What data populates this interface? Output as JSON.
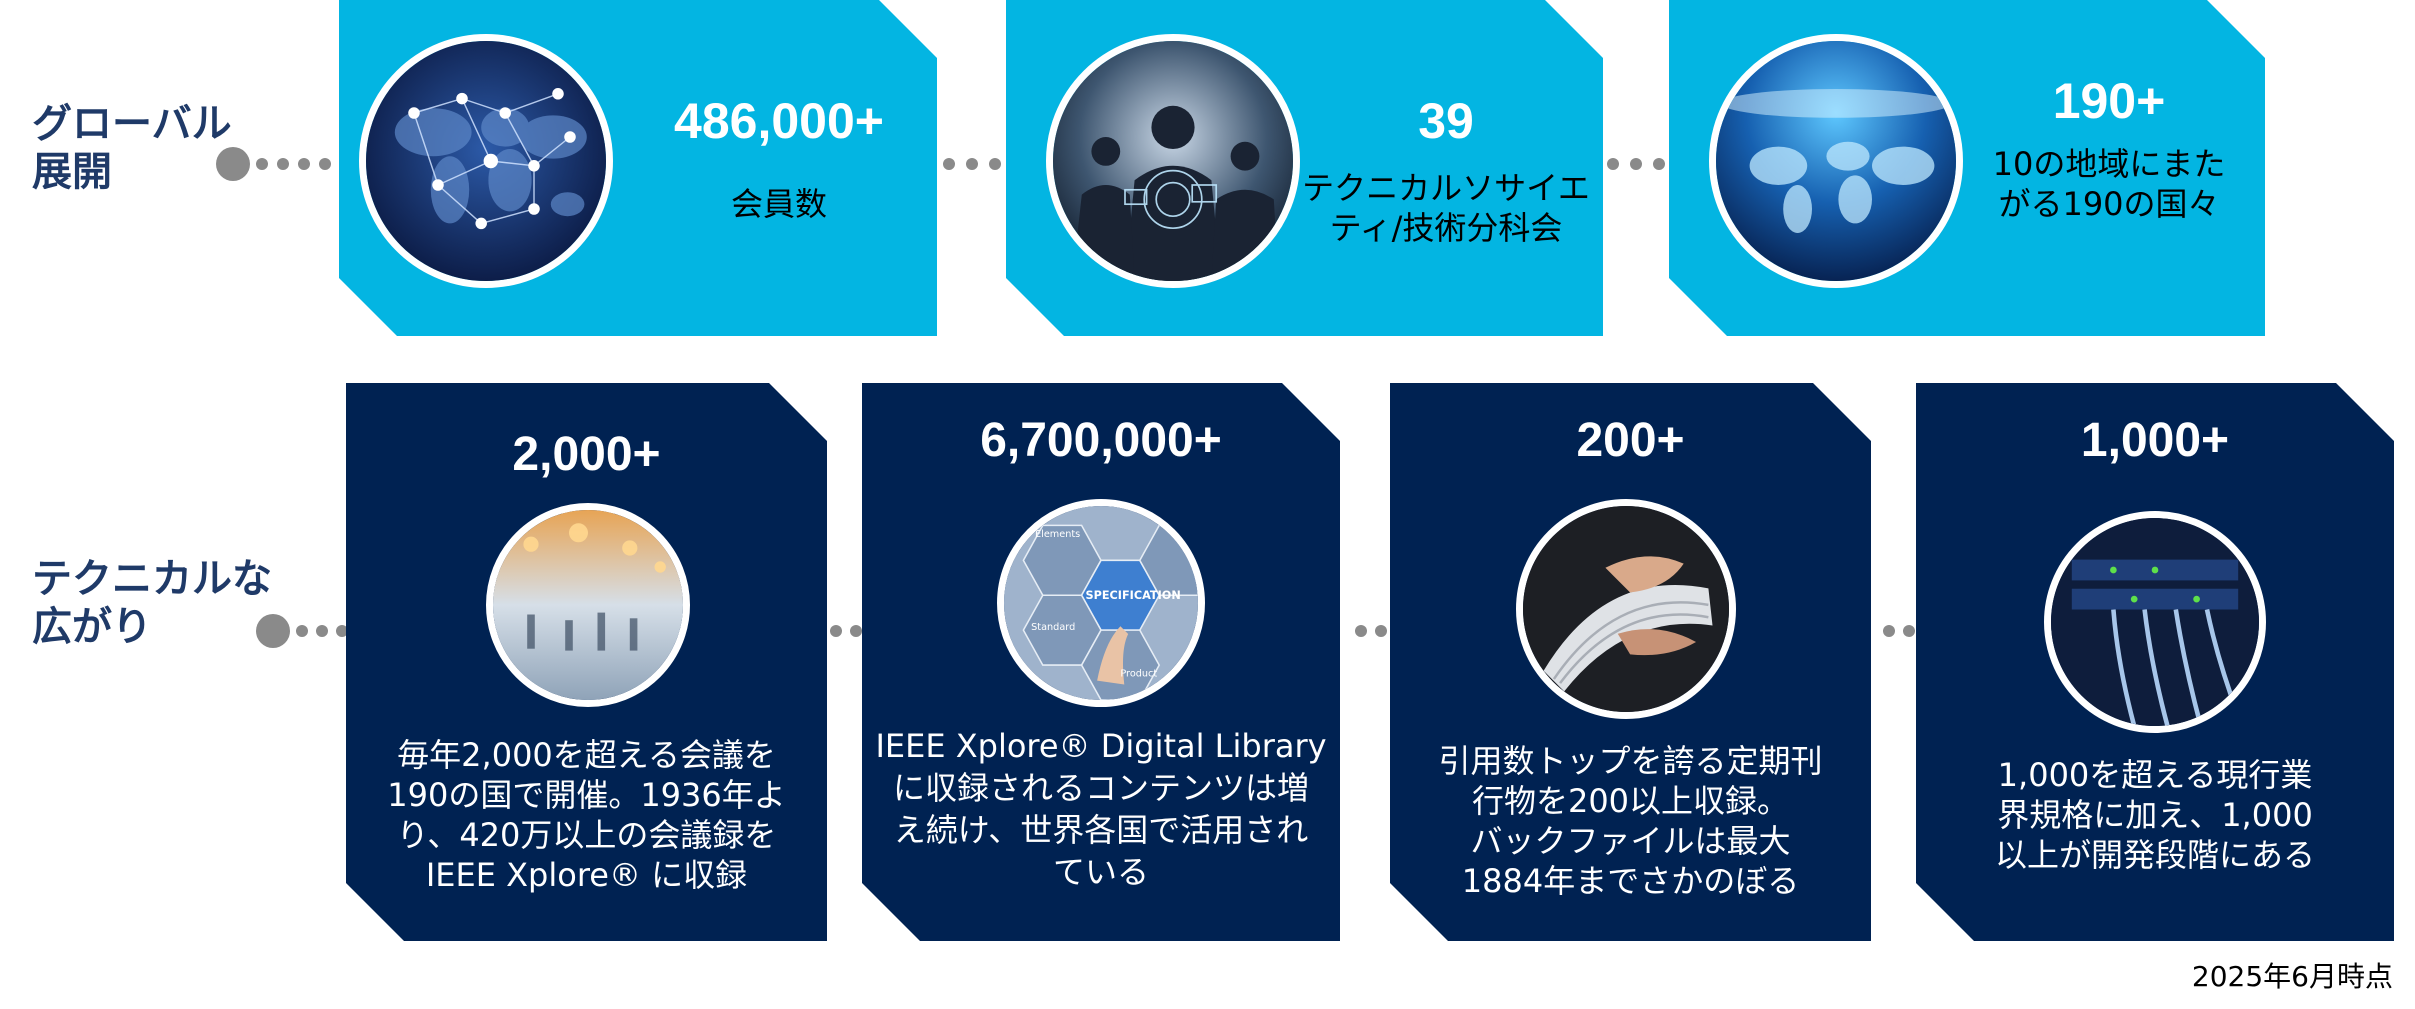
{
  "rows": {
    "global_label": "グローバル\n展開",
    "technical_label": "テクニカルな\n広がり"
  },
  "top_cards": [
    {
      "stat": "486,000+",
      "desc": "会員数",
      "image": "network-world-map"
    },
    {
      "stat": "39",
      "desc": "テクニカルソサイエ\nティ/技術分科会",
      "image": "people-with-digital-interface"
    },
    {
      "stat": "190+",
      "desc": "10の地域にまた\nがる190の国々",
      "image": "glowing-earth-from-space"
    }
  ],
  "bottom_cards": [
    {
      "stat": "2,000+",
      "desc": "毎年2,000を超える会議を\n190の国で開催。1936年よ\nり、420万以上の会議録を\nIEEE Xplore®  に収録",
      "image": "blurred-conference-hall"
    },
    {
      "stat": "6,700,000+",
      "desc": "IEEE Xplore® Digital Library\nに収録されるコンテンツは増\nえ続け、世界各国で活用され\nている",
      "image": "specification-hexagons",
      "image_labels": [
        "Elements",
        "SPECIFICATION",
        "Standard",
        "Product"
      ]
    },
    {
      "stat": "200+",
      "desc": "引用数トップを誇る定期刊\n行物を200以上収録。\nバックファイルは最大\n1884年までさかのぼる",
      "image": "hands-flipping-magazine"
    },
    {
      "stat": "1,000+",
      "desc": "1,000を超える現行業\n界規格に加え、1,000\n以上が開発段階にある",
      "image": "network-cables-server"
    }
  ],
  "footnote": "2025年6月時点",
  "colors": {
    "cyan": "#03b5e2",
    "navy": "#002252",
    "label": "#1f3a68",
    "dots": "#8a8a8a"
  }
}
